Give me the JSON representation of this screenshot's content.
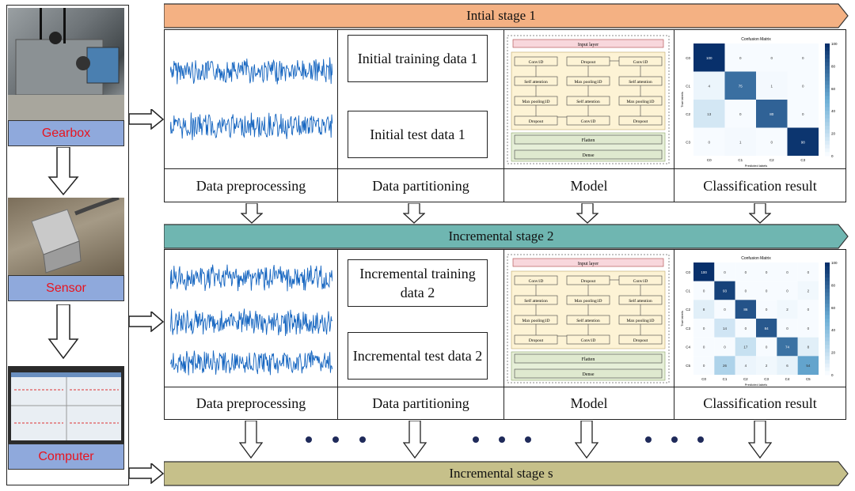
{
  "left": {
    "gearbox_label": "Gearbox",
    "sensor_label": "Sensor",
    "computer_label": "Computer"
  },
  "stages": [
    {
      "title": "Intial stage 1",
      "color": "#f4b183",
      "train": "Initial training data 1",
      "test": "Initial test data 1"
    },
    {
      "title": "Incremental stage 2",
      "color": "#6fb6b1",
      "train": "Incremental training data 2",
      "test": "Incremental test data 2"
    },
    {
      "title": "Incremental stage s",
      "color": "#c6c08a"
    }
  ],
  "columns": {
    "preprocessing": "Data preprocessing",
    "partitioning": "Data partitioning",
    "model": "Model",
    "result": "Classification result"
  },
  "model": {
    "input": "Input layer",
    "conv": "Conv1D",
    "dropout": "Dropout",
    "attention": "Self attention",
    "pooling": "Max pooling1D",
    "flatten": "Flatten",
    "dense": "Dense"
  },
  "confusion": {
    "title": "Confusion Matrix",
    "xlabel": "Predicted labels",
    "ylabel": "True labels",
    "cm1": {
      "values": [
        [
          100,
          0,
          0,
          0
        ],
        [
          4,
          75,
          1,
          0
        ],
        [
          13,
          0,
          80,
          0
        ],
        [
          0,
          1,
          0,
          98
        ]
      ],
      "labels": [
        "C0",
        "C1",
        "C2",
        "C3"
      ],
      "ticks": [
        "100",
        "80",
        "60",
        "40",
        "20",
        "0"
      ]
    },
    "cm2": {
      "values": [
        [
          100,
          0,
          0,
          0,
          0,
          0
        ],
        [
          0,
          93,
          0,
          0,
          0,
          2
        ],
        [
          8,
          0,
          86,
          0,
          2,
          0
        ],
        [
          0,
          14,
          0,
          84,
          0,
          0
        ],
        [
          0,
          0,
          17,
          0,
          74,
          8
        ],
        [
          0,
          26,
          4,
          2,
          6,
          54
        ]
      ],
      "labels": [
        "C0",
        "C1",
        "C2",
        "C3",
        "C4",
        "C5"
      ],
      "ticks": [
        "100",
        "80",
        "60",
        "40",
        "20",
        "0"
      ]
    }
  }
}
